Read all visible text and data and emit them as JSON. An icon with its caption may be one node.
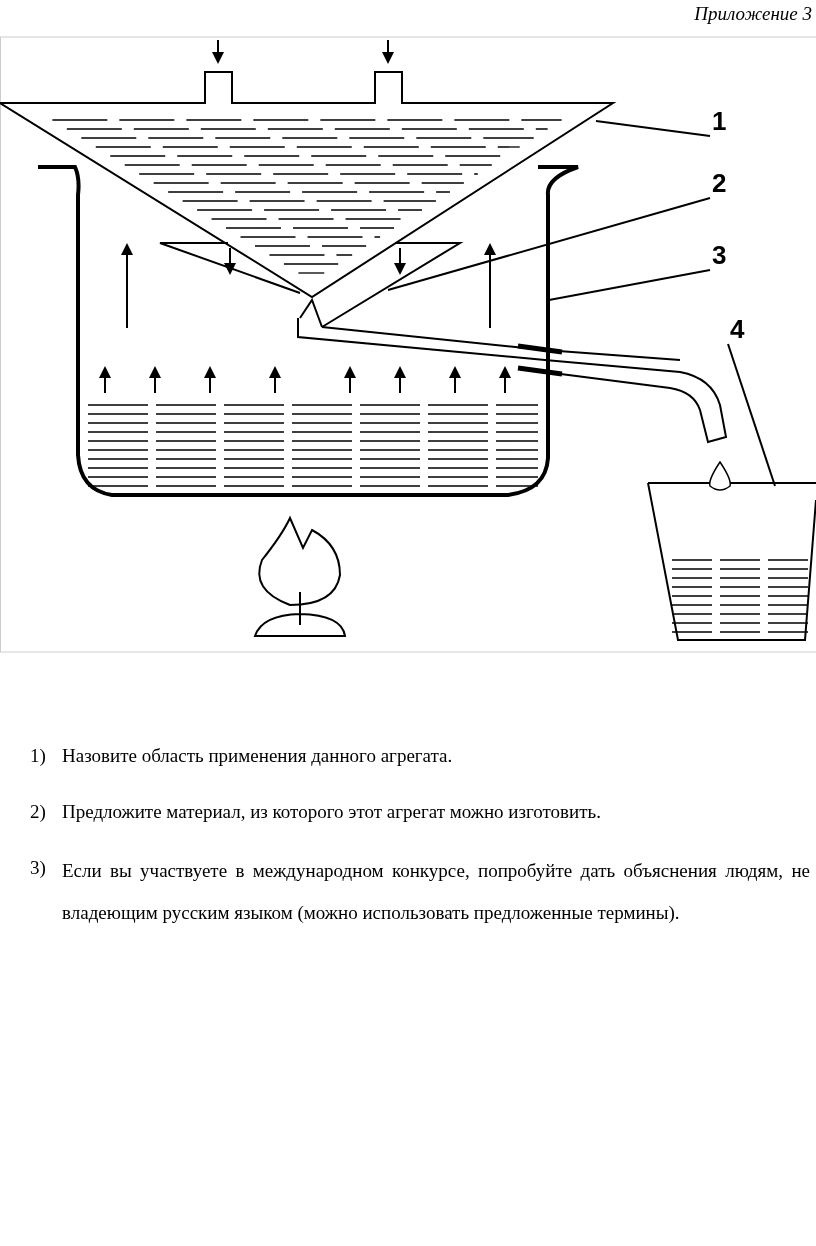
{
  "diagram": {
    "nodes": [
      {
        "text": [
          "1"
        ]
      },
      {
        "text": [
          "2"
        ]
      },
      {
        "text": [
          "3"
        ]
      },
      {
        "text": [
          "4"
        ]
      },
      {
        "text": [],
        "shape": "picture"
      },
      {
        "text": [],
        "shape": "picture",
        "in": 6
      },
      {
        "text": [],
        "shape": "picture"
      },
      {
        "text": [],
        "shape": "picture"
      },
      {
        "text": [],
        "shape": "picture"
      }
    ],
    "edges": [
      {
        "from": 0,
        "to": 4,
        "arrow": "none"
      },
      {
        "from": 1,
        "to": 5,
        "arrow": "none"
      },
      {
        "from": 2,
        "to": 6,
        "arrow": "none"
      },
      {
        "from": 3,
        "to": 7,
        "arrow": "none"
      }
    ],
    "labels": [
      "Приложение 3",
      "1)",
      "Назовите область применения данного агрегата.",
      "2)",
      "Предложите материал, из которого этот агрегат можно изготовить.",
      "3)",
      "Если вы участвуете в международном конкурсе, попробуйте дать объяснения людям, не владеющим русским языком (можно использовать предложенные термины)."
    ]
  }
}
